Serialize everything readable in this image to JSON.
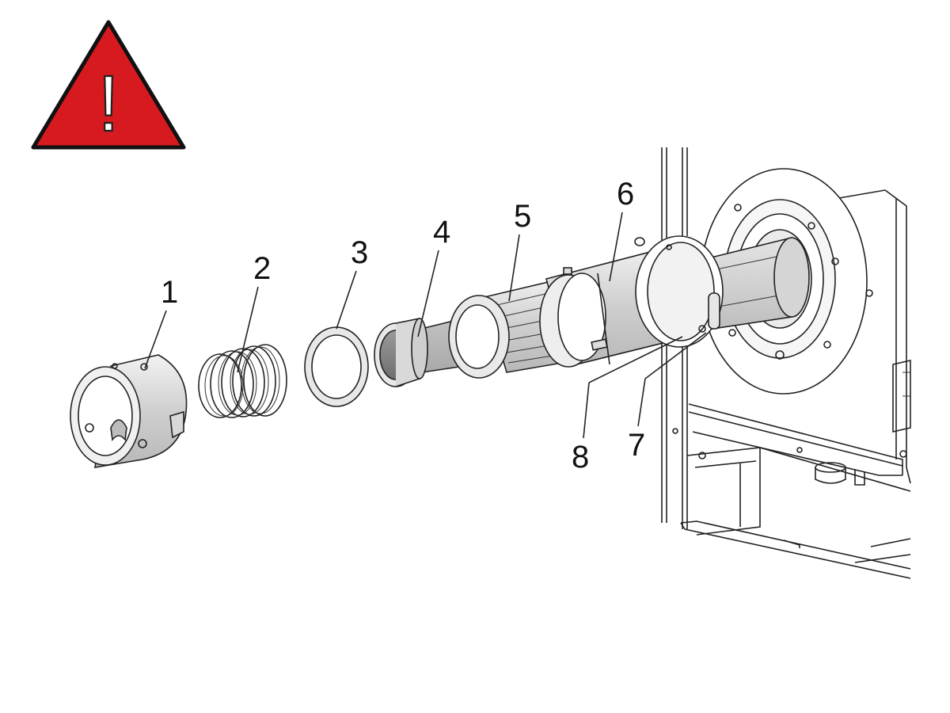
{
  "warning": {
    "icon": "warning-triangle-icon",
    "fill_color": "#d71920",
    "mark": "!"
  },
  "callouts": [
    {
      "id": "part-1",
      "label": "1"
    },
    {
      "id": "part-2",
      "label": "2"
    },
    {
      "id": "part-3",
      "label": "3"
    },
    {
      "id": "part-4",
      "label": "4"
    },
    {
      "id": "part-5",
      "label": "5"
    },
    {
      "id": "part-6",
      "label": "6"
    },
    {
      "id": "part-7",
      "label": "7"
    },
    {
      "id": "part-8",
      "label": "8"
    }
  ]
}
